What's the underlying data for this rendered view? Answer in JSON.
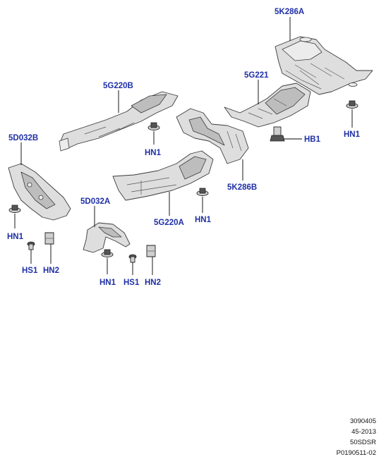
{
  "callouts": {
    "c_5k286a": "5K286A",
    "c_5g221": "5G221",
    "c_5g220b": "5G220B",
    "c_5d032b": "5D032B",
    "c_5d032a": "5D032A",
    "c_5k286b": "5K286B",
    "c_5g220a": "5G220A",
    "c_hb1": "HB1",
    "c_hn1_a": "HN1",
    "c_hn1_b": "HN1",
    "c_hn1_c": "HN1",
    "c_hn1_d": "HN1",
    "c_hn1_e": "HN1",
    "c_hs1_a": "HS1",
    "c_hn2_a": "HN2",
    "c_hs1_b": "HS1",
    "c_hn2_b": "HN2"
  },
  "footer": {
    "line1": "3090405",
    "line2": "45-2013",
    "line3": "50SDSR",
    "line4": "P0190511-02"
  },
  "colors": {
    "callout_text": "#1f2fa6",
    "part_fill": "#dedede",
    "outline": "#3a3a3a"
  }
}
